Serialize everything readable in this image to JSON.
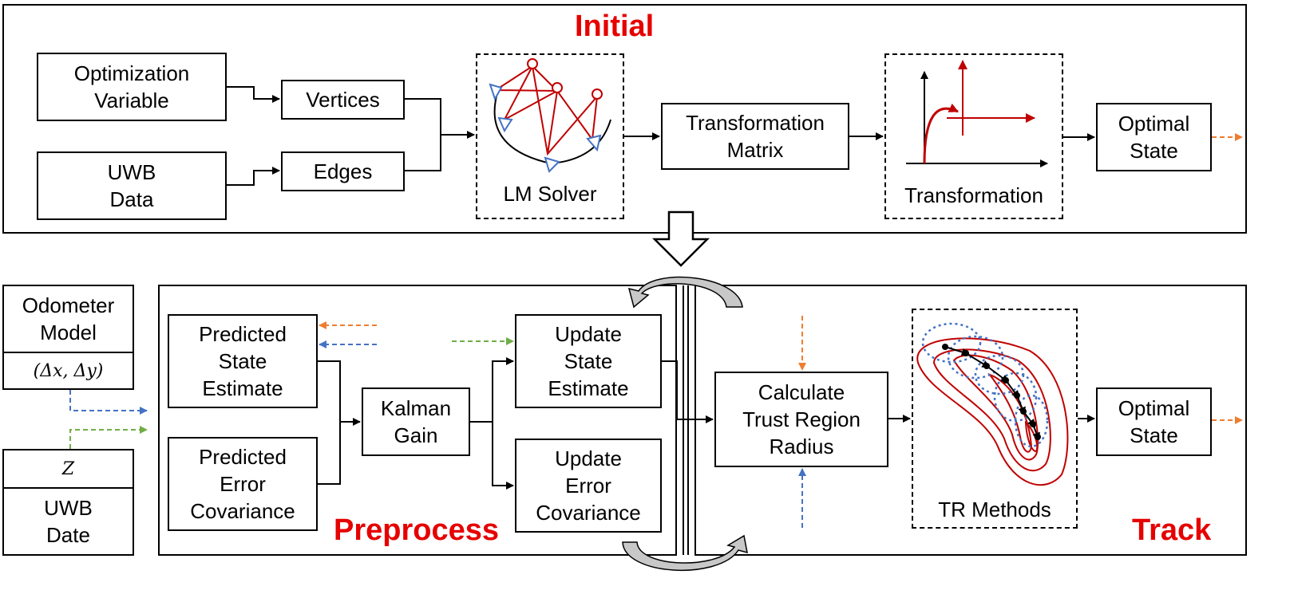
{
  "colors": {
    "red": "#c00000",
    "title_red": "#e60000",
    "blue": "#4472c4",
    "orange": "#ed7d31",
    "green": "#70ad47"
  },
  "initial": {
    "title": "Initial",
    "optimization_variable": [
      "Optimization",
      "Variable"
    ],
    "uwb_data": [
      "UWB",
      "Data"
    ],
    "vertices": "Vertices",
    "edges": "Edges",
    "lm_solver": "LM Solver",
    "transformation_matrix": [
      "Transformation",
      "Matrix"
    ],
    "transformation": "Transformation",
    "optimal_state": [
      "Optimal",
      "State"
    ]
  },
  "inputs": {
    "odometer_model": [
      "Odometer",
      "Model"
    ],
    "odometer_formula": "(Δx, Δy)",
    "z_symbol": "Z",
    "uwb_date": [
      "UWB",
      "Date"
    ]
  },
  "preprocess": {
    "title": "Preprocess",
    "predicted_state_estimate": [
      "Predicted",
      "State",
      "Estimate"
    ],
    "predicted_error_covariance": [
      "Predicted",
      "Error",
      "Covariance"
    ],
    "kalman_gain": [
      "Kalman",
      "Gain"
    ],
    "update_state_estimate": [
      "Update",
      "State",
      "Estimate"
    ],
    "update_error_covariance": [
      "Update",
      "Error",
      "Covariance"
    ]
  },
  "track": {
    "title": "Track",
    "calculate_trust_region_radius": [
      "Calculate",
      "Trust Region",
      "Radius"
    ],
    "tr_methods": "TR Methods",
    "optimal_state": [
      "Optimal",
      "State"
    ]
  }
}
